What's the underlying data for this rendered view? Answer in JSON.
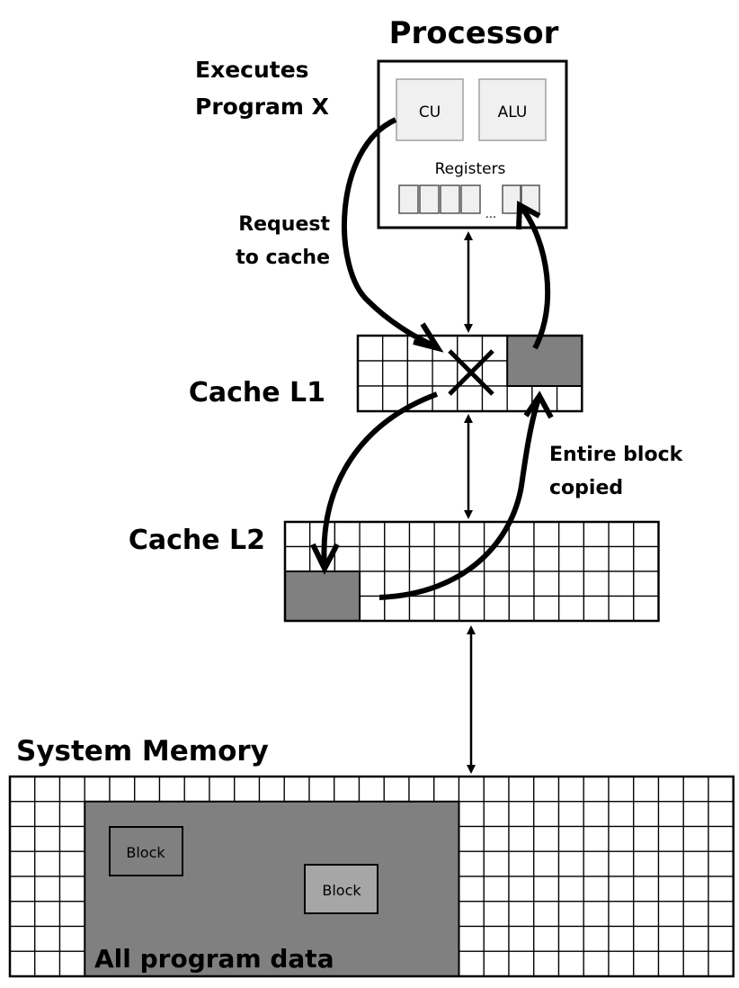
{
  "title": "Processor",
  "processor": {
    "label": "Processor",
    "units": [
      {
        "name": "cu",
        "label": "CU"
      },
      {
        "name": "alu",
        "label": "ALU"
      }
    ],
    "registers_label": "Registers",
    "registers_left_count": 4,
    "registers_right_count": 2,
    "ellipsis": "..."
  },
  "annotations": {
    "executes_line1": "Executes",
    "executes_line2": "Program X",
    "request_line1": "Request",
    "request_line2": "to cache",
    "copied_line1": "Entire block",
    "copied_line2": "copied"
  },
  "cache_l1": {
    "label": "Cache L1",
    "cols": 9,
    "rows": 3,
    "block": {
      "col_start": 6,
      "col_end": 8,
      "row_start": 0,
      "row_end": 1
    },
    "miss_marker": "X"
  },
  "cache_l2": {
    "label": "Cache L2",
    "cols": 15,
    "rows": 4,
    "block": {
      "col_start": 0,
      "col_end": 2,
      "row_start": 2,
      "row_end": 3
    }
  },
  "memory": {
    "label": "System Memory",
    "cols": 29,
    "rows": 8,
    "program_region": {
      "col_start": 3,
      "col_end": 17,
      "row_start": 1,
      "row_end": 7,
      "label": "All program data"
    },
    "blocks": [
      {
        "label": "Block",
        "shade": "dark"
      },
      {
        "label": "Block",
        "shade": "light"
      }
    ]
  },
  "colors": {
    "block_fill": "#808080",
    "unit_fill": "#f0f0f0",
    "light_block_fill": "#a6a6a6",
    "stroke": "#000000"
  }
}
